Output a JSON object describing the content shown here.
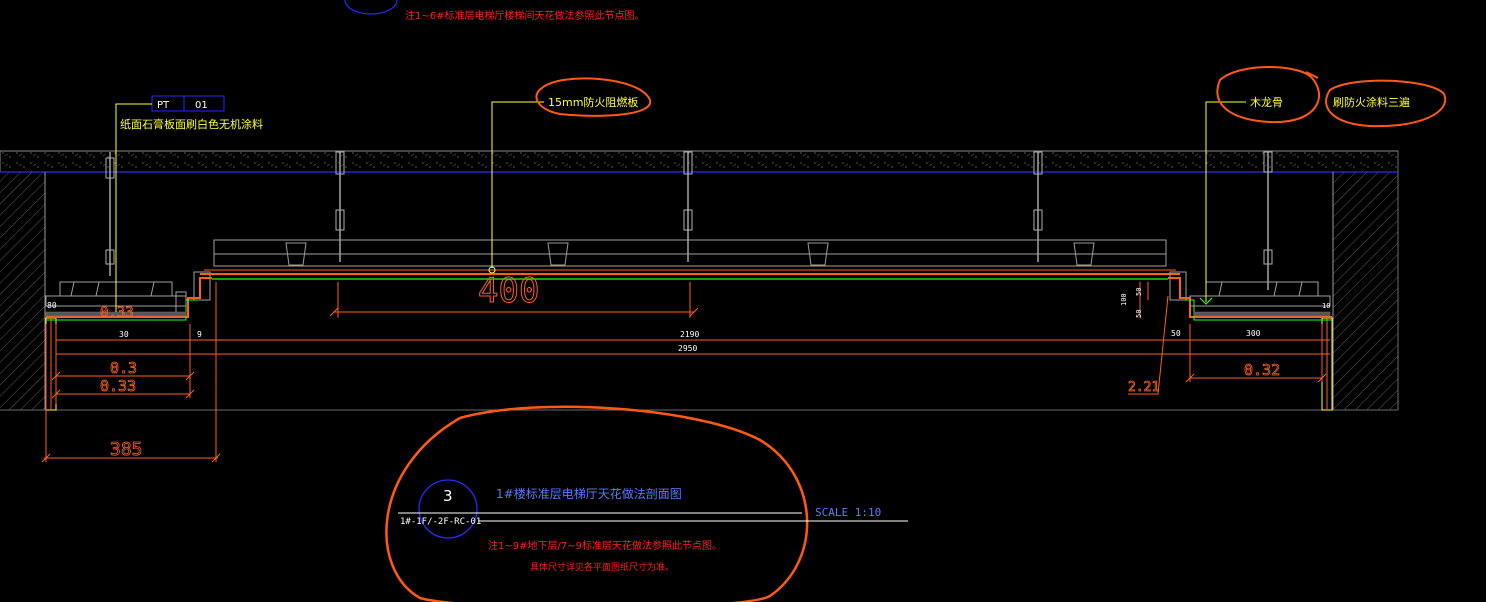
{
  "colors": {
    "background": "#000000",
    "red_text": "#ff2020",
    "yellow_text": "#ffff40",
    "white_text": "#ffffff",
    "blue_line": "#2828ff",
    "orange_dim": "#ff6020",
    "markup": "#ff5a14",
    "green_line": "#20ff20",
    "gray_line": "#9a9a9a",
    "title_blue": "#5a7bff"
  },
  "notes": {
    "top_note": "注1~6#标准层电梯厅楼梯间天花做法参照此节点图。",
    "bottom_note_1": "注1~9#地下层/7~9标准层天花做法参照此节点图。",
    "bottom_note_2": "具体尺寸详见各平面图纸尺寸为准。"
  },
  "labels": {
    "pt_tag": "PT",
    "pt_num": "01",
    "gypsum": "纸面石膏板面刷白色无机涂料",
    "fireboard": "15mm防火阻燃板",
    "wood_keel": "木龙骨",
    "fire_paint": "刷防火涂料三遍"
  },
  "dimensions": {
    "d400": "400",
    "d0_33_top": "0.33",
    "d30": "30",
    "d9": "9",
    "d80": "80",
    "d0_3": "0.3",
    "d0_33": "0.33",
    "d385": "385",
    "d2190": "2190",
    "d2950": "2950",
    "d100": "100",
    "d50a": "50",
    "d50b": "50",
    "d50c": "50",
    "d300": "300",
    "d10": "10",
    "d0_32": "0.32",
    "d2_21": "2.21"
  },
  "title_block": {
    "number": "3",
    "title": "1#楼标准层电梯厅天花做法剖面图",
    "sheet_ref": "1#-1F/-2F-RC-01",
    "scale": "SCALE 1:10"
  }
}
